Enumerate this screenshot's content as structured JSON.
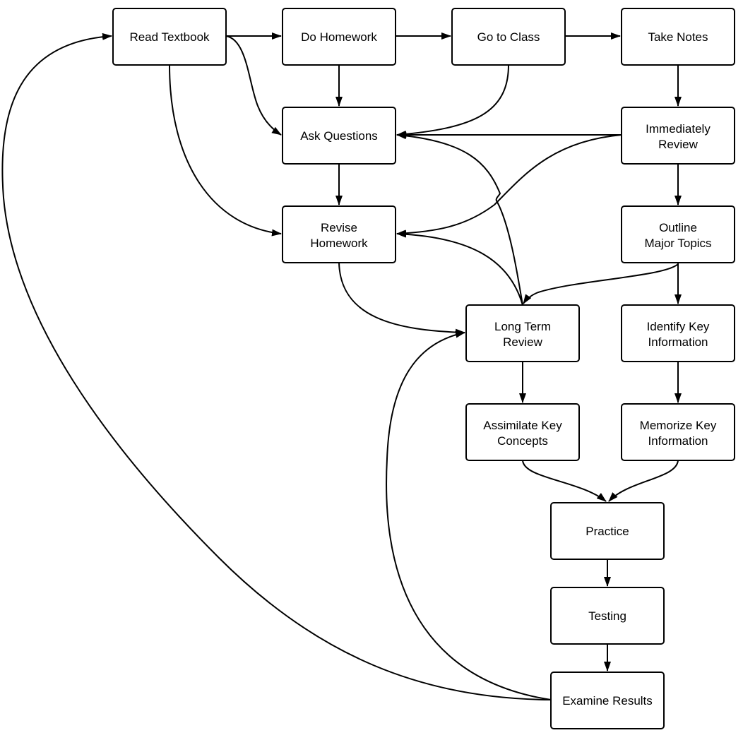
{
  "diagram": {
    "type": "flowchart",
    "colors": {
      "stroke": "#000000",
      "fill": "#ffffff",
      "text": "#000000"
    },
    "nodes": [
      {
        "id": "read-textbook",
        "lines": [
          "Read Textbook"
        ]
      },
      {
        "id": "do-homework",
        "lines": [
          "Do Homework"
        ]
      },
      {
        "id": "go-to-class",
        "lines": [
          "Go to Class"
        ]
      },
      {
        "id": "take-notes",
        "lines": [
          "Take Notes"
        ]
      },
      {
        "id": "ask-questions",
        "lines": [
          "Ask Questions"
        ]
      },
      {
        "id": "immediately-review",
        "lines": [
          "Immediately",
          "Review"
        ]
      },
      {
        "id": "revise-homework",
        "lines": [
          "Revise",
          "Homework"
        ]
      },
      {
        "id": "outline-major-topics",
        "lines": [
          "Outline",
          "Major Topics"
        ]
      },
      {
        "id": "long-term-review",
        "lines": [
          "Long Term",
          "Review"
        ]
      },
      {
        "id": "identify-key-information",
        "lines": [
          "Identify Key",
          "Information"
        ]
      },
      {
        "id": "assimilate-key-concepts",
        "lines": [
          "Assimilate Key",
          "Concepts"
        ]
      },
      {
        "id": "memorize-key-information",
        "lines": [
          "Memorize Key",
          "Information"
        ]
      },
      {
        "id": "practice",
        "lines": [
          "Practice"
        ]
      },
      {
        "id": "testing",
        "lines": [
          "Testing"
        ]
      },
      {
        "id": "examine-results",
        "lines": [
          "Examine Results"
        ]
      }
    ],
    "edges": [
      {
        "from": "read-textbook",
        "to": "do-homework"
      },
      {
        "from": "do-homework",
        "to": "go-to-class"
      },
      {
        "from": "go-to-class",
        "to": "take-notes"
      },
      {
        "from": "read-textbook",
        "to": "ask-questions"
      },
      {
        "from": "read-textbook",
        "to": "revise-homework"
      },
      {
        "from": "do-homework",
        "to": "ask-questions"
      },
      {
        "from": "go-to-class",
        "to": "ask-questions"
      },
      {
        "from": "take-notes",
        "to": "immediately-review"
      },
      {
        "from": "immediately-review",
        "to": "ask-questions"
      },
      {
        "from": "immediately-review",
        "to": "revise-homework"
      },
      {
        "from": "immediately-review",
        "to": "outline-major-topics"
      },
      {
        "from": "ask-questions",
        "to": "revise-homework"
      },
      {
        "from": "long-term-review",
        "to": "ask-questions"
      },
      {
        "from": "long-term-review",
        "to": "revise-homework"
      },
      {
        "from": "revise-homework",
        "to": "long-term-review"
      },
      {
        "from": "outline-major-topics",
        "to": "long-term-review"
      },
      {
        "from": "outline-major-topics",
        "to": "identify-key-information"
      },
      {
        "from": "long-term-review",
        "to": "assimilate-key-concepts"
      },
      {
        "from": "identify-key-information",
        "to": "memorize-key-information"
      },
      {
        "from": "assimilate-key-concepts",
        "to": "practice"
      },
      {
        "from": "memorize-key-information",
        "to": "practice"
      },
      {
        "from": "practice",
        "to": "testing"
      },
      {
        "from": "testing",
        "to": "examine-results"
      },
      {
        "from": "examine-results",
        "to": "long-term-review"
      },
      {
        "from": "examine-results",
        "to": "read-textbook"
      }
    ]
  }
}
